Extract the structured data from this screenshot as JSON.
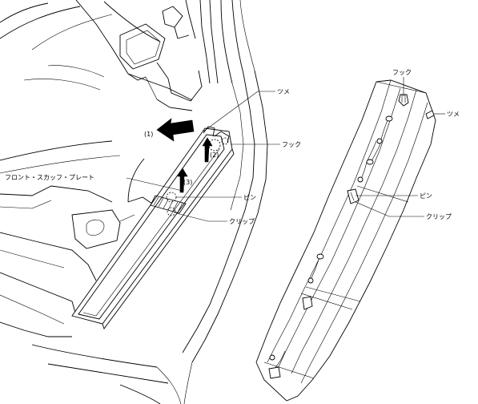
{
  "labels": {
    "left": {
      "tsume": "ツメ",
      "hook": "フック",
      "front_scuff_plate": "フロント・スカッフ・プレート",
      "pin": "ピン",
      "clip": "クリップ"
    },
    "right": {
      "hook": "フック",
      "tsume": "ツメ",
      "pin": "ピン",
      "clip": "クリップ"
    }
  },
  "steps": {
    "step1": "(1)",
    "step2": "(2)",
    "step3": "(3)"
  }
}
